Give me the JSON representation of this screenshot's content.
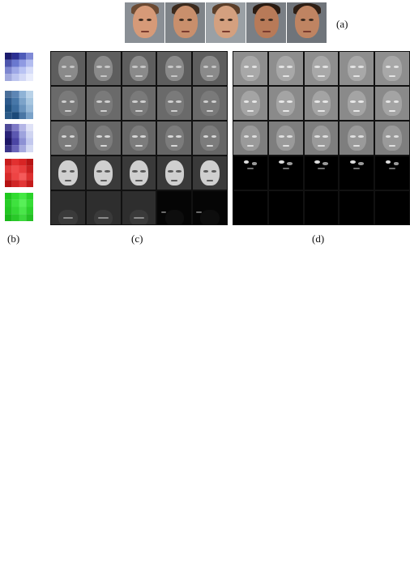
{
  "labels": {
    "a": "(a)",
    "b": "(b)",
    "c": "(c)",
    "d": "(d)"
  },
  "faces": [
    {
      "skin": "#d69a78",
      "hair": "#6b4a33",
      "bg": "#8a8f95"
    },
    {
      "skin": "#c98f6c",
      "hair": "#3b2a1d",
      "bg": "#7e8388"
    },
    {
      "skin": "#d4a07f",
      "hair": "#5b3f2a",
      "bg": "#9aa0a5"
    },
    {
      "skin": "#b87a58",
      "hair": "#2a1b12",
      "bg": "#7a7f85"
    },
    {
      "skin": "#bf8462",
      "hair": "#2e1f15",
      "bg": "#6f747a"
    }
  ],
  "filters": [
    {
      "colors": [
        "#1c1c6e",
        "#2b2f92",
        "#4e5bb8",
        "#7f8ad6",
        "#4d55ad",
        "#6a78cf",
        "#8f9ae2",
        "#b3bdf0",
        "#7d86cf",
        "#9ea8e6",
        "#b9c3f3",
        "#d7ddf9",
        "#a1a9dd",
        "#bcc4ef",
        "#d2d8f6",
        "#e8ecfc"
      ]
    },
    {
      "colors": [
        "#4a6f9a",
        "#5d86b5",
        "#8fb3d6",
        "#b9d2e8",
        "#2d5a8c",
        "#4777a8",
        "#7ca3c9",
        "#a7c6e0",
        "#1f4f7e",
        "#3b6c9e",
        "#6a94be",
        "#97b9d8",
        "#2a5a88",
        "#1c4a79",
        "#4a76a4",
        "#7aa2c8"
      ]
    },
    {
      "colors": [
        "#4f4a99",
        "#7e7ac6",
        "#b4b6e6",
        "#dfe2f7",
        "#2a2378",
        "#5c58b1",
        "#9ea3dd",
        "#cfd4f1",
        "#1d1666",
        "#4b45a4",
        "#8d91d4",
        "#c2c8ee",
        "#3b3489",
        "#6a65ba",
        "#a6aadf",
        "#d5daf3"
      ]
    },
    {
      "colors": [
        "#c81c1c",
        "#e23030",
        "#d82424",
        "#b81414",
        "#e53a3a",
        "#f04a4a",
        "#e83c3c",
        "#c92020",
        "#d72a2a",
        "#ee4444",
        "#f55a5a",
        "#dd3030",
        "#b61212",
        "#d02626",
        "#e23636",
        "#c41a1a"
      ]
    },
    {
      "colors": [
        "#1ec81e",
        "#30dc30",
        "#44e844",
        "#2ad22a",
        "#26cc26",
        "#3ee23e",
        "#58f058",
        "#36dc36",
        "#22c622",
        "#34d834",
        "#4ae64a",
        "#2cd02c",
        "#1ab81a",
        "#28c828",
        "#3cd83c",
        "#24c024"
      ]
    }
  ],
  "panel_c": {
    "rows": [
      {
        "kind": "edge",
        "bg": "#5e5e5e",
        "face": "#8a8a8a",
        "feat": "#c8c8c8",
        "cells": 5
      },
      {
        "kind": "edge",
        "bg": "#6a6a6a",
        "face": "#7a7a7a",
        "feat": "#d0d0d0",
        "cells": 5
      },
      {
        "kind": "edge",
        "bg": "#666666",
        "face": "#7c7c7c",
        "feat": "#d8d8d8",
        "cells": 5
      },
      {
        "kind": "bright",
        "bg": "#3a3a3a",
        "face": "#cfcfcf",
        "feat": "#5a5a5a",
        "cells": 5
      },
      {
        "kind": "dark",
        "bg": "#2e2e2e",
        "face": "#3a3a3a",
        "feat": "#8a8a8a",
        "cells": 5
      }
    ]
  },
  "panel_d": {
    "rows": [
      {
        "kind": "edge",
        "bg": "#8e8e8e",
        "face": "#a8a8a8",
        "feat": "#e4e4e4",
        "cells": 5
      },
      {
        "kind": "edge",
        "bg": "#8a8a8a",
        "face": "#a4a4a4",
        "feat": "#e8e8e8",
        "cells": 5
      },
      {
        "kind": "edge",
        "bg": "#7e7e7e",
        "face": "#9a9a9a",
        "feat": "#e0e0e0",
        "cells": 5
      },
      {
        "kind": "sparse",
        "bg": "#000000",
        "face": "#0a0a0a",
        "feat": "#dcdcdc",
        "cells": 5
      },
      {
        "kind": "black",
        "bg": "#000000",
        "face": "#000000",
        "feat": "#000000",
        "cells": 5
      }
    ]
  }
}
